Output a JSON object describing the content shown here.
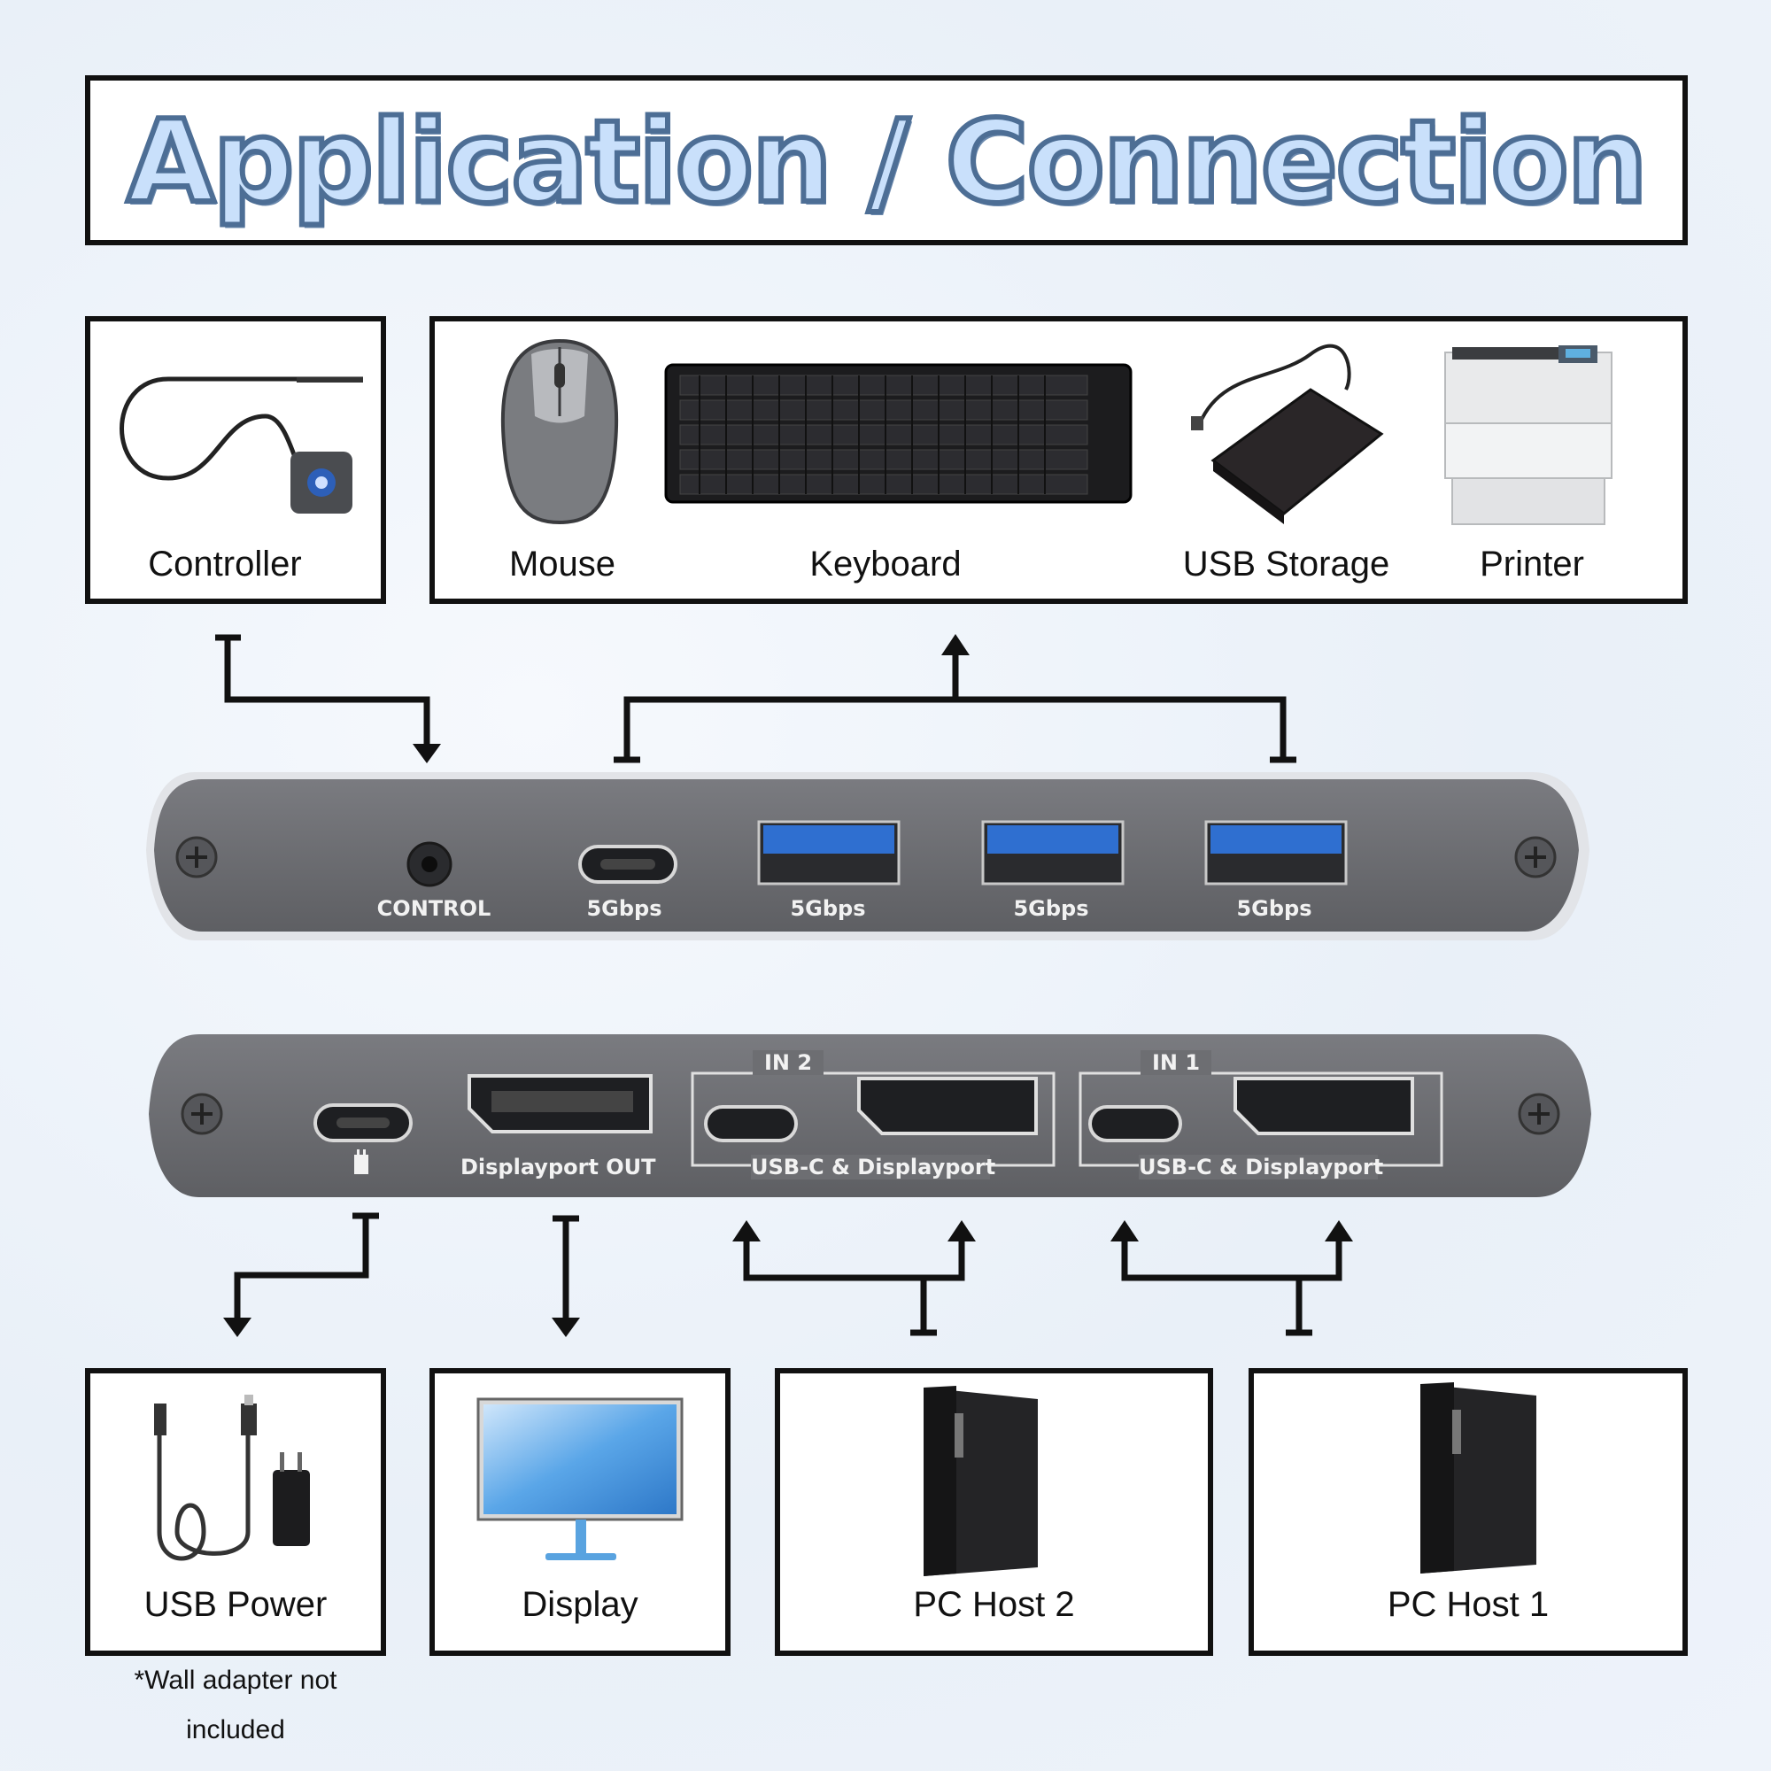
{
  "title": "Application / Connection",
  "devices_top": {
    "controller": "Controller",
    "mouse": "Mouse",
    "keyboard": "Keyboard",
    "usb_storage": "USB Storage",
    "printer": "Printer"
  },
  "front_panel": {
    "control": "CONTROL",
    "usb_c_speed": "5Gbps",
    "usb_a1_speed": "5Gbps",
    "usb_a2_speed": "5Gbps",
    "usb_a3_speed": "5Gbps"
  },
  "rear_panel": {
    "dp_out": "Displayport OUT",
    "in2": "IN 2",
    "in1": "IN 1",
    "in2_caption": "USB-C & Displayport",
    "in1_caption": "USB-C & Displayport"
  },
  "devices_bottom": {
    "usb_power": "USB Power",
    "display": "Display",
    "pc_host_2": "PC Host 2",
    "pc_host_1": "PC Host 1",
    "note_line1": "*Wall adapter not",
    "note_line2": "included"
  },
  "colors": {
    "title_fill": "#c9e0fb",
    "title_outline": "#4d6e95",
    "panel": "#6d6e72",
    "usb3_blue": "#2f6fd0"
  }
}
